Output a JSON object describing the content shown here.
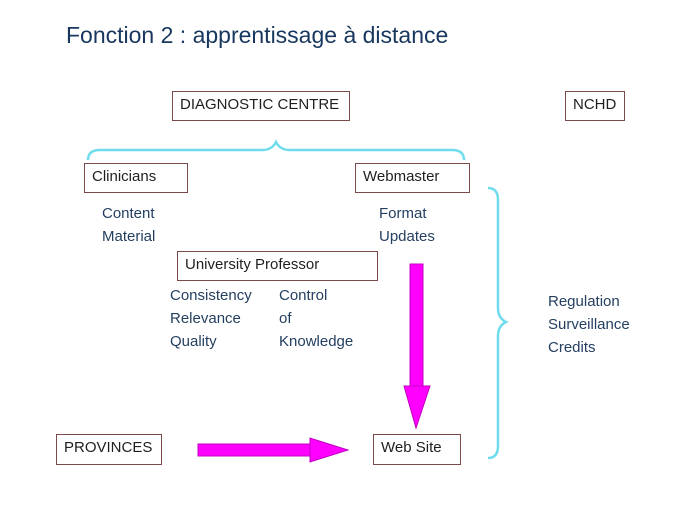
{
  "title": "Fonction 2 : apprentissage à distance",
  "nodes": {
    "diagnostic_centre": "DIAGNOSTIC CENTRE",
    "nchd": "NCHD",
    "clinicians": "Clinicians",
    "webmaster": "Webmaster",
    "university_professor": "University Professor",
    "provinces": "PROVINCES",
    "web_site": "Web Site"
  },
  "labels": {
    "clinicians_role": [
      "Content",
      "Material"
    ],
    "webmaster_role": [
      "Format",
      "Updates"
    ],
    "professor_quality": [
      "Consistency",
      "Relevance",
      "Quality"
    ],
    "professor_control": [
      "Control",
      "of",
      "Knowledge"
    ],
    "nchd_role": [
      "Regulation",
      "Surveillance",
      "Credits"
    ]
  },
  "colors": {
    "arrow": "#ff00ff",
    "brace": "#6fdcec",
    "box_border": "#7a4a4a",
    "title": "#17375e"
  }
}
